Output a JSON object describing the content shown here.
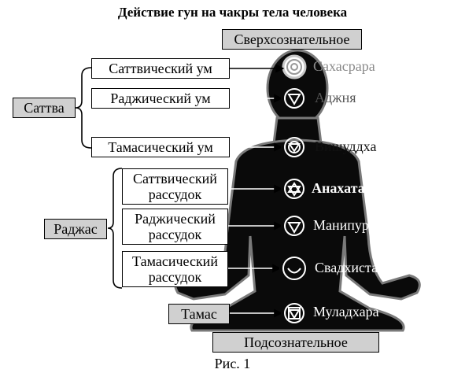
{
  "title": "Действие гун на чакры тела человека",
  "top_label": "Сверхсознательное",
  "bottom_label": "Подсознательное",
  "caption": "Рис. 1",
  "gunas": {
    "sattva": "Саттва",
    "rajas": "Раджас",
    "tamas": "Тамас"
  },
  "mind_boxes": {
    "sattvic_mind": "Саттвический ум",
    "rajasic_mind": "Раджический ум",
    "tamasic_mind": "Тамасический ум"
  },
  "reason_boxes": {
    "sattvic_1": "Саттвический",
    "sattvic_2": "рассудок",
    "rajasic_1": "Раджический",
    "rajasic_2": "рассудок",
    "tamasic_1": "Тамасический",
    "tamasic_2": "рассудок"
  },
  "chakras": [
    "Сахасрара",
    "Аджня",
    "Вишуддха",
    "Анахата",
    "Манипура",
    "Свадхистана",
    "Муладхара"
  ],
  "colors": {
    "figure": "#0a0a0a",
    "gray_box": "#d0d0d0",
    "chakra_ring": "#ffffff"
  }
}
